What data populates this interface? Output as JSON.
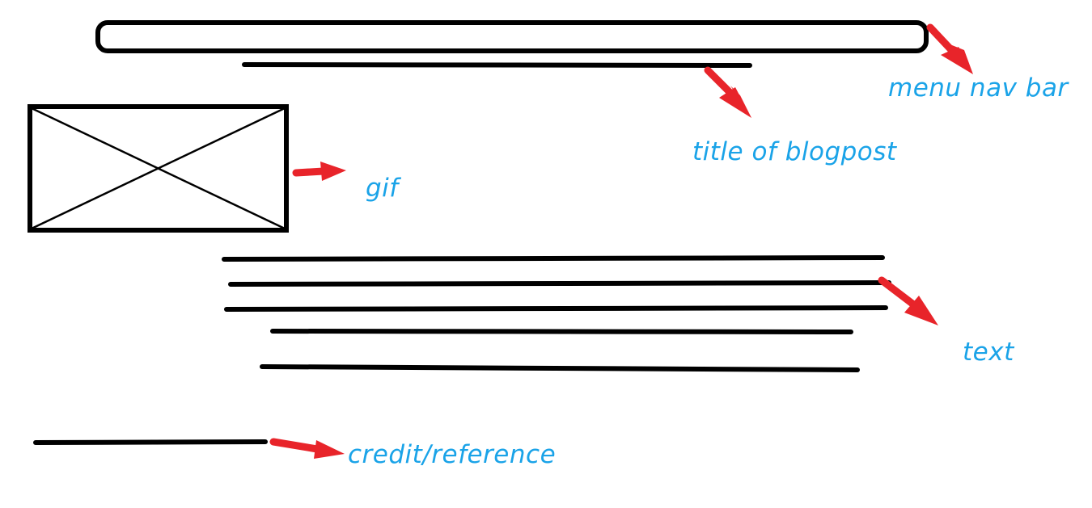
{
  "annotations": {
    "menu_nav_bar": "menu nav bar",
    "title_of_blogpost": "title of blogpost",
    "gif": "gif",
    "text": "text",
    "credit_reference": "credit/reference"
  },
  "colors": {
    "background": "#ffffff",
    "sketch_ink": "#000000",
    "arrow": "#e8242a",
    "label": "#1aa3e8"
  }
}
